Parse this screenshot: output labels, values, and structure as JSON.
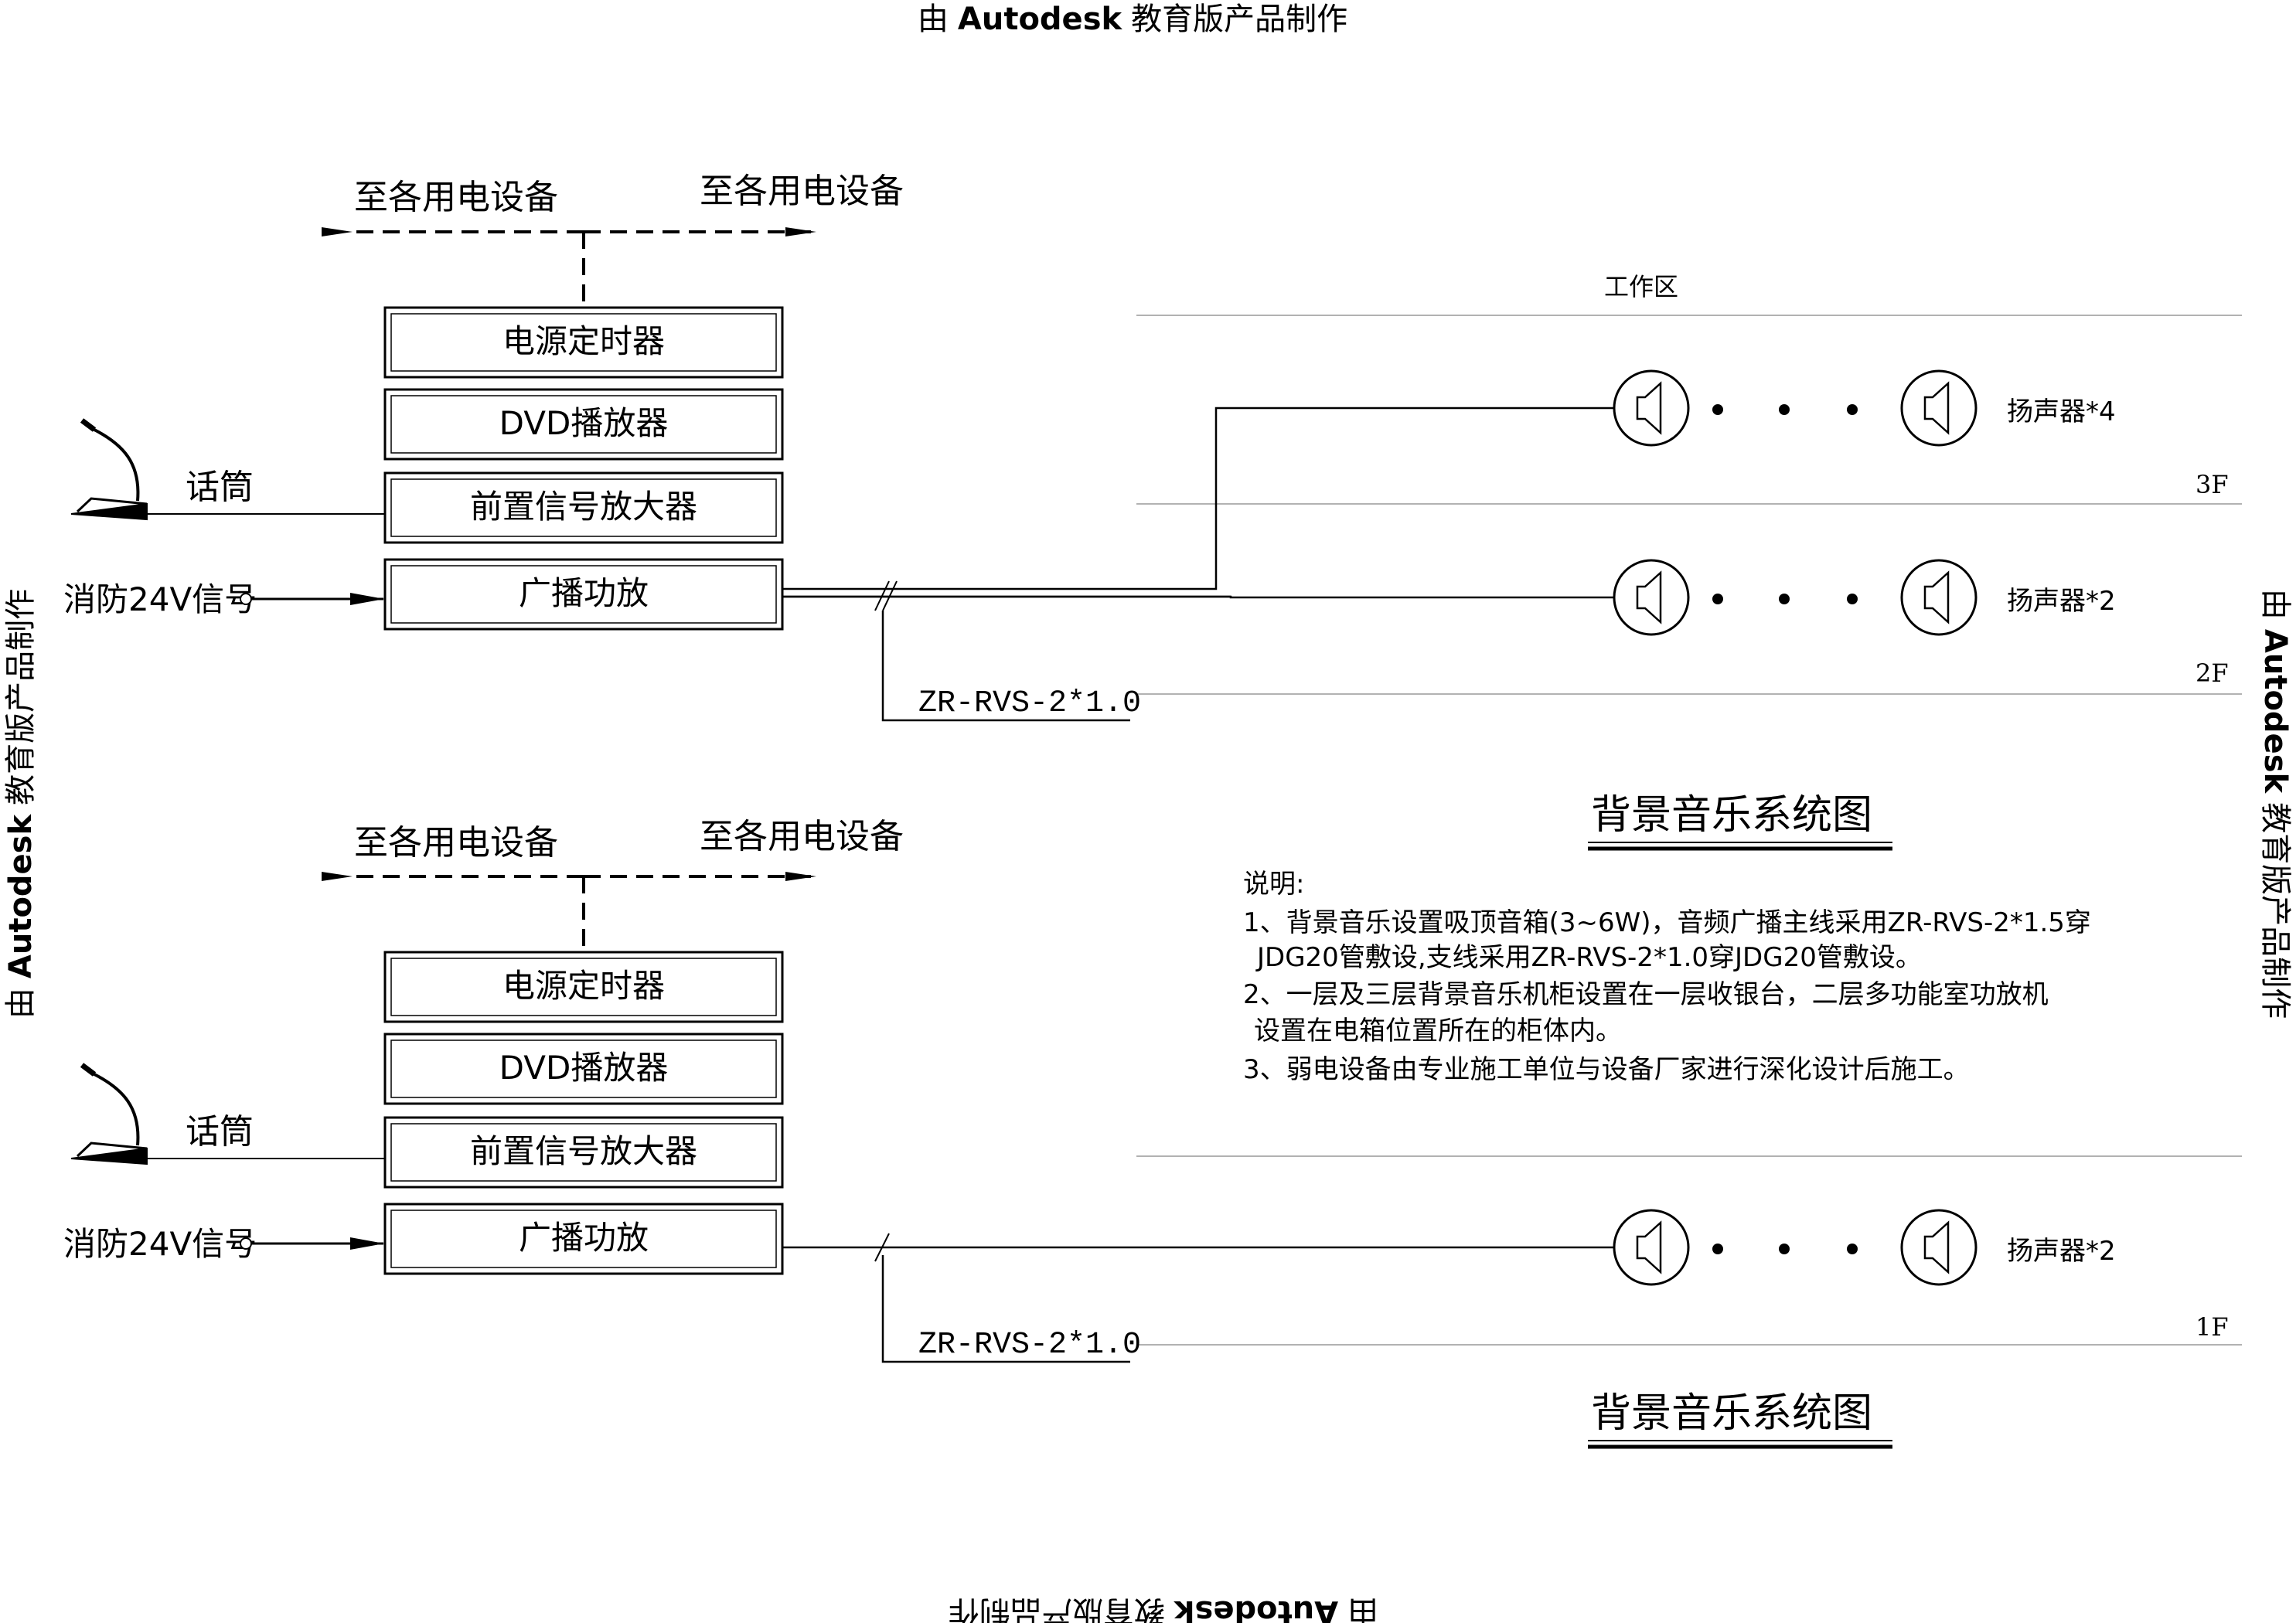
{
  "watermark": {
    "prefix": "由",
    "brand": "Autodesk",
    "suffix": "教育版产品制作"
  },
  "equipment": {
    "power_timer": "电源定时器",
    "dvd_player": "DVD播放器",
    "preamp": "前置信号放大器",
    "amplifier": "广播功放"
  },
  "labels": {
    "to_devices": "至各用电设备",
    "microphone": "话筒",
    "fire_signal": "消防24V信号",
    "cable": "ZR-RVS-2*1.0",
    "work_area": "工作区",
    "speakers_3f": "扬声器*4",
    "speakers_2f": "扬声器*2",
    "speakers_1f": "扬声器*2"
  },
  "floors": {
    "f3": "3F",
    "f2": "2F",
    "f1": "1F"
  },
  "titles": {
    "upper": "背景音乐系统图",
    "lower": "背景音乐系统图"
  },
  "notes": {
    "heading": "说明:",
    "lines": [
      "1、背景音乐设置吸顶音箱(3~6W)，音频广播主线采用ZR-RVS-2*1.5穿",
      "JDG20管敷设,支线采用ZR-RVS-2*1.0穿JDG20管敷设。",
      "2、一层及三层背景音乐机柜设置在一层收银台，二层多功能室功放机",
      "设置在电箱位置所在的柜体内。",
      "3、弱电设备由专业施工单位与设备厂家进行深化设计后施工。"
    ]
  }
}
